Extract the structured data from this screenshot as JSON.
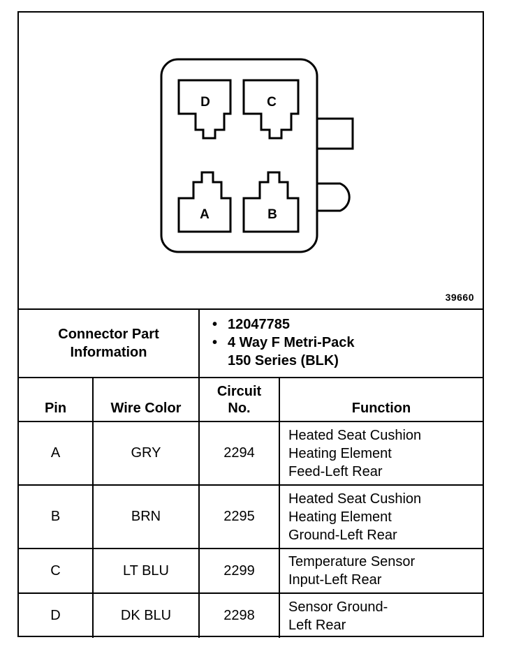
{
  "figure_id": "39660",
  "pins_diagram": [
    "D",
    "C",
    "A",
    "B"
  ],
  "connector_info": {
    "label_line1": "Connector Part",
    "label_line2": "Information",
    "part_number": "12047785",
    "description_line1": "4 Way F Metri-Pack",
    "description_line2": "150 Series (BLK)"
  },
  "headers": {
    "pin": "Pin",
    "wire_color": "Wire Color",
    "circuit_line1": "Circuit",
    "circuit_line2": "No.",
    "function": "Function"
  },
  "rows": [
    {
      "pin": "A",
      "wire_color": "GRY",
      "circuit": "2294",
      "function": [
        "Heated Seat Cushion",
        "Heating Element",
        "Feed-Left Rear"
      ]
    },
    {
      "pin": "B",
      "wire_color": "BRN",
      "circuit": "2295",
      "function": [
        "Heated Seat Cushion",
        "Heating Element",
        "Ground-Left Rear"
      ]
    },
    {
      "pin": "C",
      "wire_color": "LT BLU",
      "circuit": "2299",
      "function": [
        "Temperature Sensor",
        "Input-Left Rear"
      ]
    },
    {
      "pin": "D",
      "wire_color": "DK BLU",
      "circuit": "2298",
      "function": [
        "Sensor Ground-",
        "Left Rear"
      ]
    }
  ]
}
